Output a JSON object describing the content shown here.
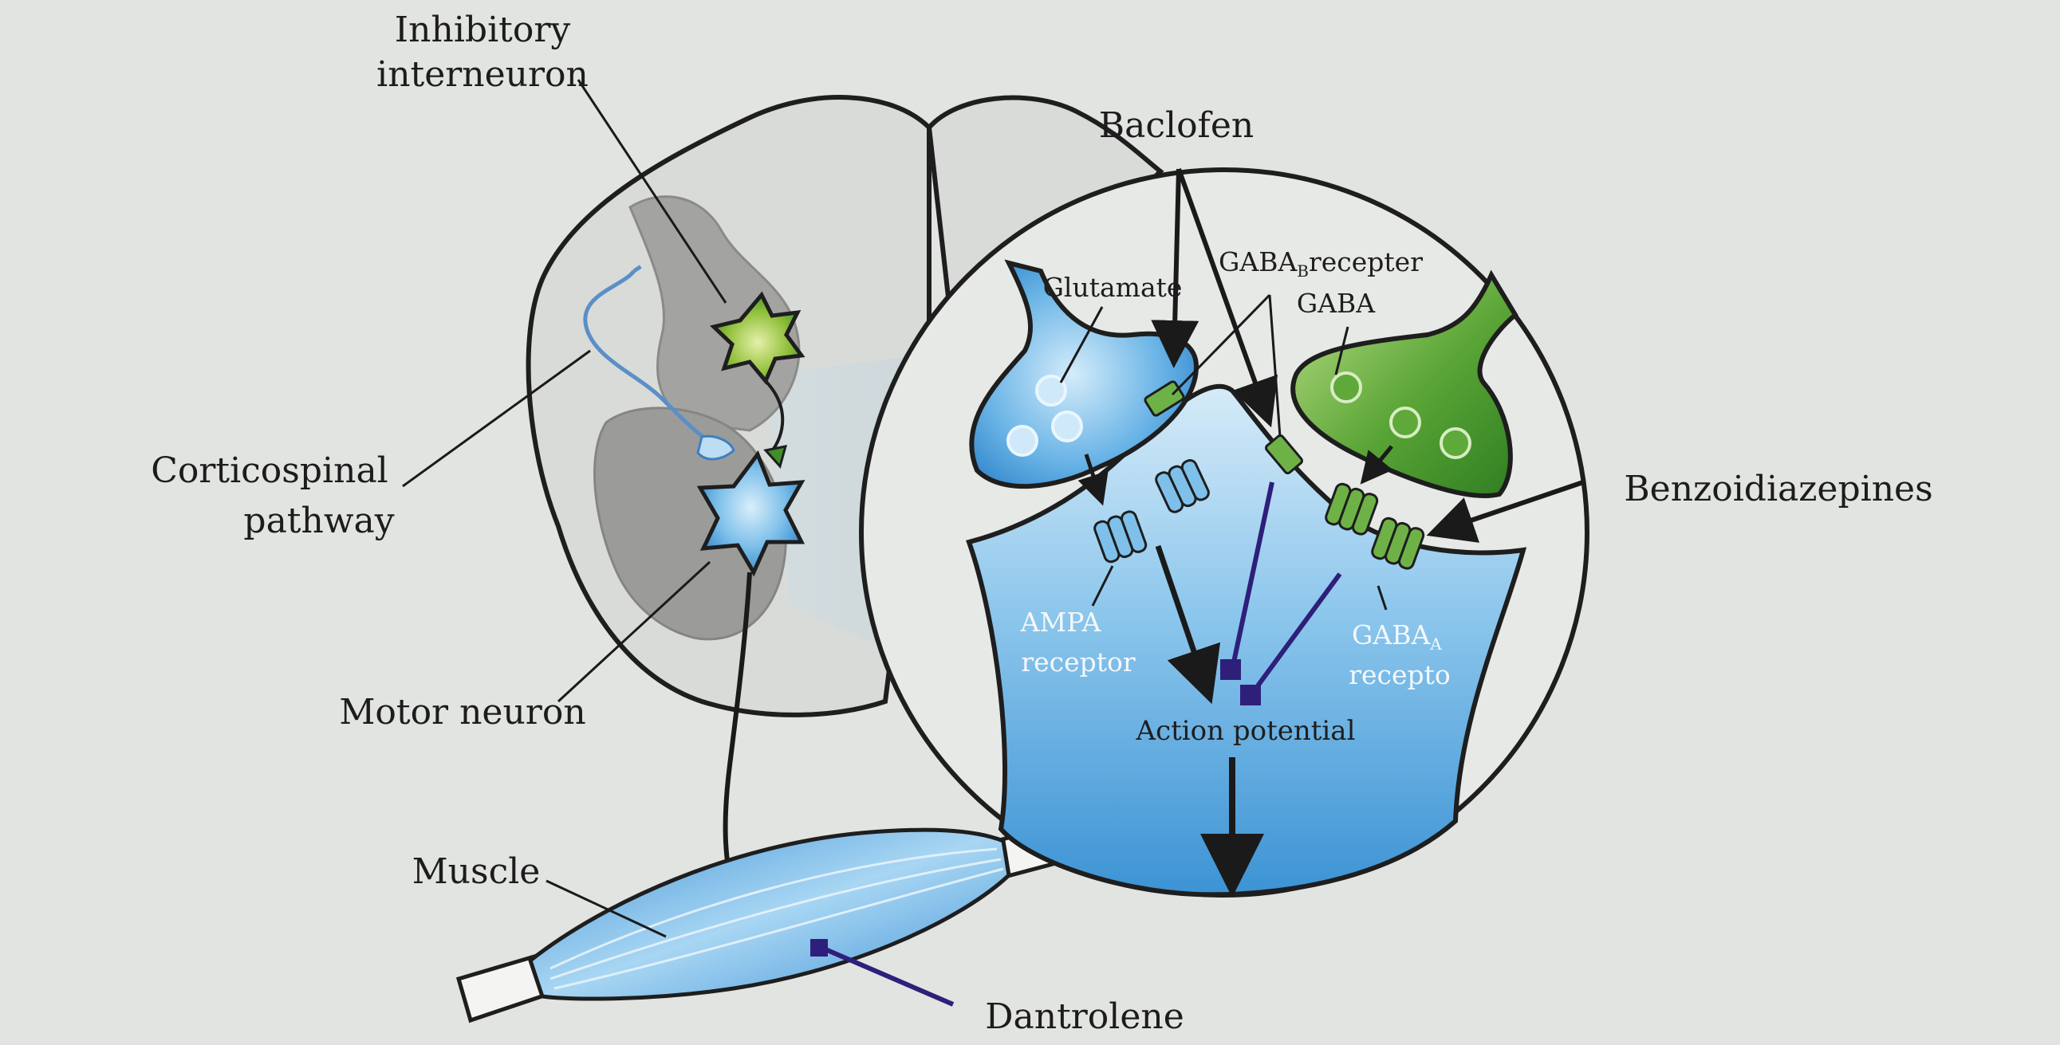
{
  "labels": {
    "inhibitory_interneuron": [
      "Inhibitory",
      "interneuron"
    ],
    "corticospinal_pathway": [
      "Corticospinal",
      "pathway"
    ],
    "motor_neuron": "Motor neuron",
    "muscle": "Muscle",
    "dantrolene": "Dantrolene",
    "baclofen": "Baclofen",
    "benzodiazepines": "Benzoidiazepines",
    "glutamate": "Glutamate",
    "gaba_b_receptor": {
      "prefix": "GABA",
      "sub": "B",
      "suffix": "recepter"
    },
    "gaba": "GABA",
    "ampa_receptor": [
      "AMPA",
      "receptor"
    ],
    "gaba_a_receptor": {
      "prefix": "GABA",
      "sub": "A",
      "line2": "recepto"
    },
    "action_potential": "Action potential"
  },
  "colors": {
    "background": "#e2e4e1",
    "blue_neuron": "#4a9fd8",
    "green_neuron": "#3f8f2a",
    "muscle": "#5aa9de",
    "drug_arrow": "#2e1f7a",
    "grey_matter": "#9a9a98"
  }
}
